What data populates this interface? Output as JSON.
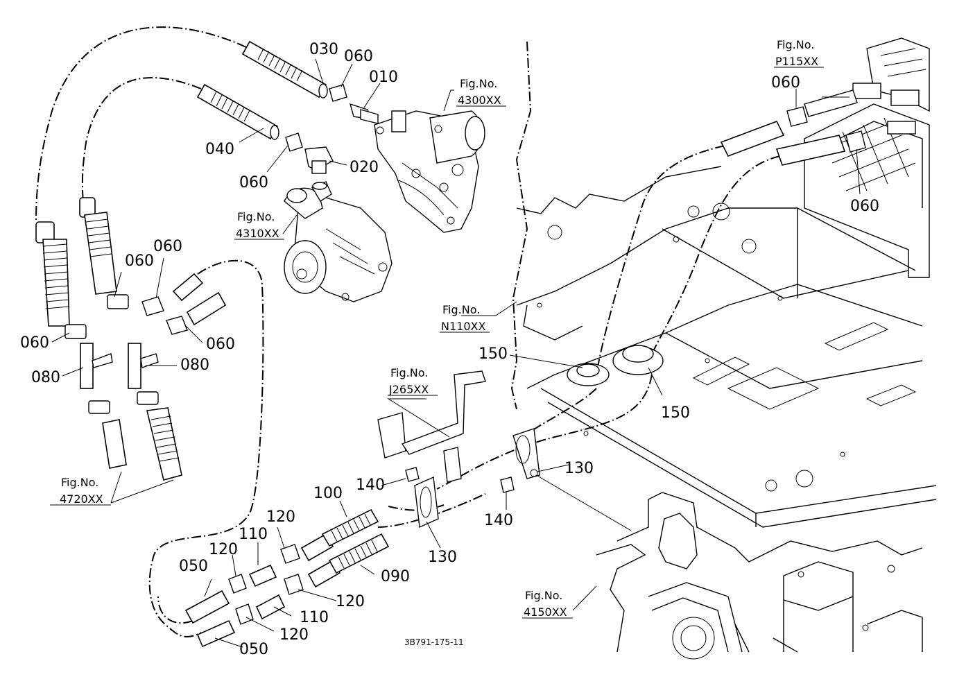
{
  "parts": {
    "p010": "010",
    "p020": "020",
    "p030": "030",
    "p040": "040",
    "p050a": "050",
    "p050b": "050",
    "p060_a": "060",
    "p060_b": "060",
    "p060_c": "060",
    "p060_d": "060",
    "p060_e": "060",
    "p060_f": "060",
    "p060_g": "060",
    "p060_h": "060",
    "p080a": "080",
    "p080b": "080",
    "p090": "090",
    "p100": "100",
    "p110a": "110",
    "p110b": "110",
    "p120a": "120",
    "p120b": "120",
    "p120c": "120",
    "p120d": "120",
    "p130a": "130",
    "p130b": "130",
    "p140a": "140",
    "p140b": "140",
    "p150a": "150",
    "p150b": "150"
  },
  "figs": {
    "f4300": {
      "head": "Fig.No.",
      "code": "4300XX"
    },
    "f4310": {
      "head": "Fig.No.",
      "code": "4310XX"
    },
    "fP115": {
      "head": "Fig.No.",
      "code": "P115XX"
    },
    "fN110": {
      "head": "Fig.No.",
      "code": "N110XX"
    },
    "fJ265": {
      "head": "Fig.No.",
      "code": "J265XX"
    },
    "f4720": {
      "head": "Fig.No.",
      "code": "4720XX"
    },
    "f4150": {
      "head": "Fig.No.",
      "code": "4150XX"
    }
  },
  "drawing_code": "3B791-175-11"
}
